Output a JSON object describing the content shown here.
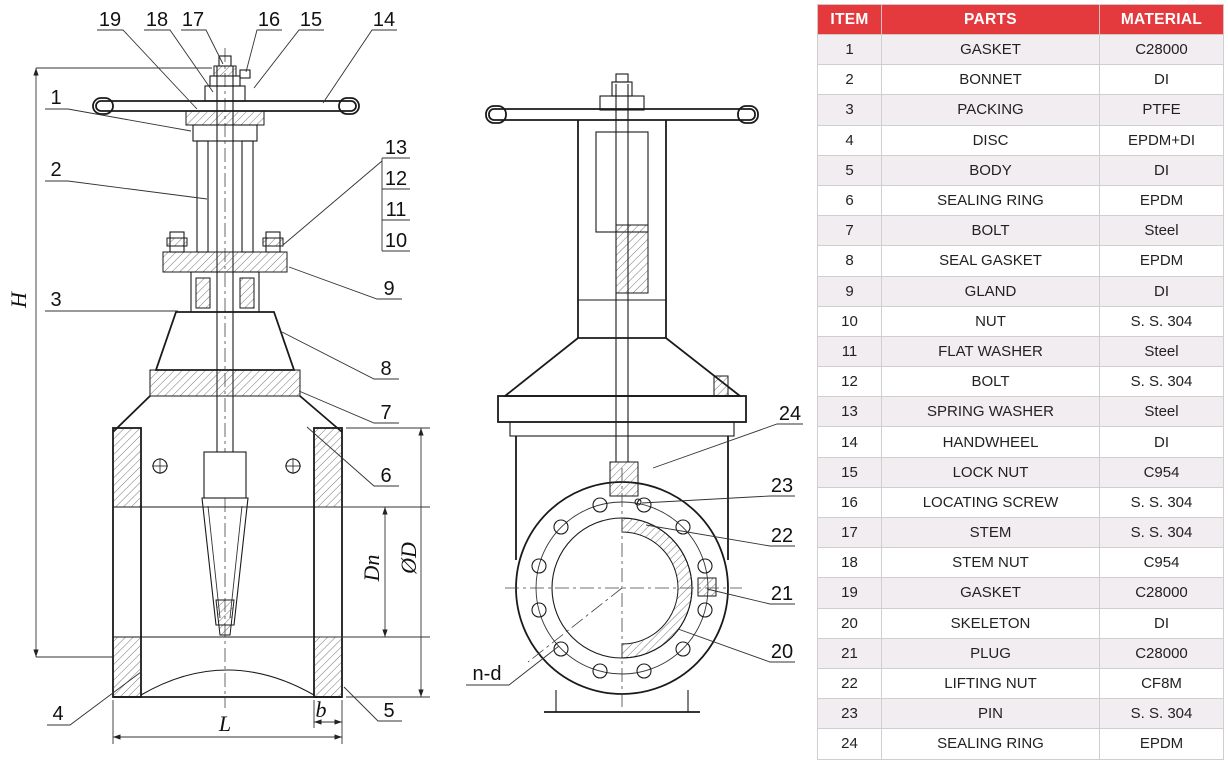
{
  "colors": {
    "header_bg": "#e43a3e",
    "header_text": "#ffffff",
    "row_bg": "#ffffff",
    "row_alt_bg": "#f2edf1",
    "line": "#1a1a1a"
  },
  "table": {
    "headers": [
      "ITEM",
      "PARTS",
      "MATERIAL"
    ],
    "rows": [
      [
        "1",
        "GASKET",
        "C28000"
      ],
      [
        "2",
        "BONNET",
        "DI"
      ],
      [
        "3",
        "PACKING",
        "PTFE"
      ],
      [
        "4",
        "DISC",
        "EPDM+DI"
      ],
      [
        "5",
        "BODY",
        "DI"
      ],
      [
        "6",
        "SEALING RING",
        "EPDM"
      ],
      [
        "7",
        "BOLT",
        "Steel"
      ],
      [
        "8",
        "SEAL GASKET",
        "EPDM"
      ],
      [
        "9",
        "GLAND",
        "DI"
      ],
      [
        "10",
        "NUT",
        "S. S. 304"
      ],
      [
        "11",
        "FLAT WASHER",
        "Steel"
      ],
      [
        "12",
        "BOLT",
        "S. S. 304"
      ],
      [
        "13",
        "SPRING WASHER",
        "Steel"
      ],
      [
        "14",
        "HANDWHEEL",
        "DI"
      ],
      [
        "15",
        "LOCK NUT",
        "C954"
      ],
      [
        "16",
        "LOCATING SCREW",
        "S. S. 304"
      ],
      [
        "17",
        "STEM",
        "S. S. 304"
      ],
      [
        "18",
        "STEM NUT",
        "C954"
      ],
      [
        "19",
        "GASKET",
        "C28000"
      ],
      [
        "20",
        "SKELETON",
        "DI"
      ],
      [
        "21",
        "PLUG",
        "C28000"
      ],
      [
        "22",
        "LIFTING NUT",
        "CF8M"
      ],
      [
        "23",
        "PIN",
        "S. S. 304"
      ],
      [
        "24",
        "SEALING RING",
        "EPDM"
      ]
    ]
  },
  "drawing": {
    "front": {
      "callouts_top": [
        "19",
        "18",
        "17",
        "16",
        "15",
        "14"
      ],
      "callouts_left": [
        "1",
        "2",
        "3"
      ],
      "callouts_stack": [
        "13",
        "12",
        "11",
        "10"
      ],
      "callouts_right": [
        "9",
        "8",
        "7",
        "6"
      ],
      "callouts_bottom": [
        "4",
        "5"
      ],
      "dims": {
        "height": "H",
        "bore": "Dn",
        "outer": "ØD",
        "length": "L",
        "flange_thickness": "b"
      }
    },
    "side": {
      "callouts": [
        "24",
        "23",
        "22",
        "21",
        "20"
      ],
      "bolt_note": "n-d"
    }
  }
}
